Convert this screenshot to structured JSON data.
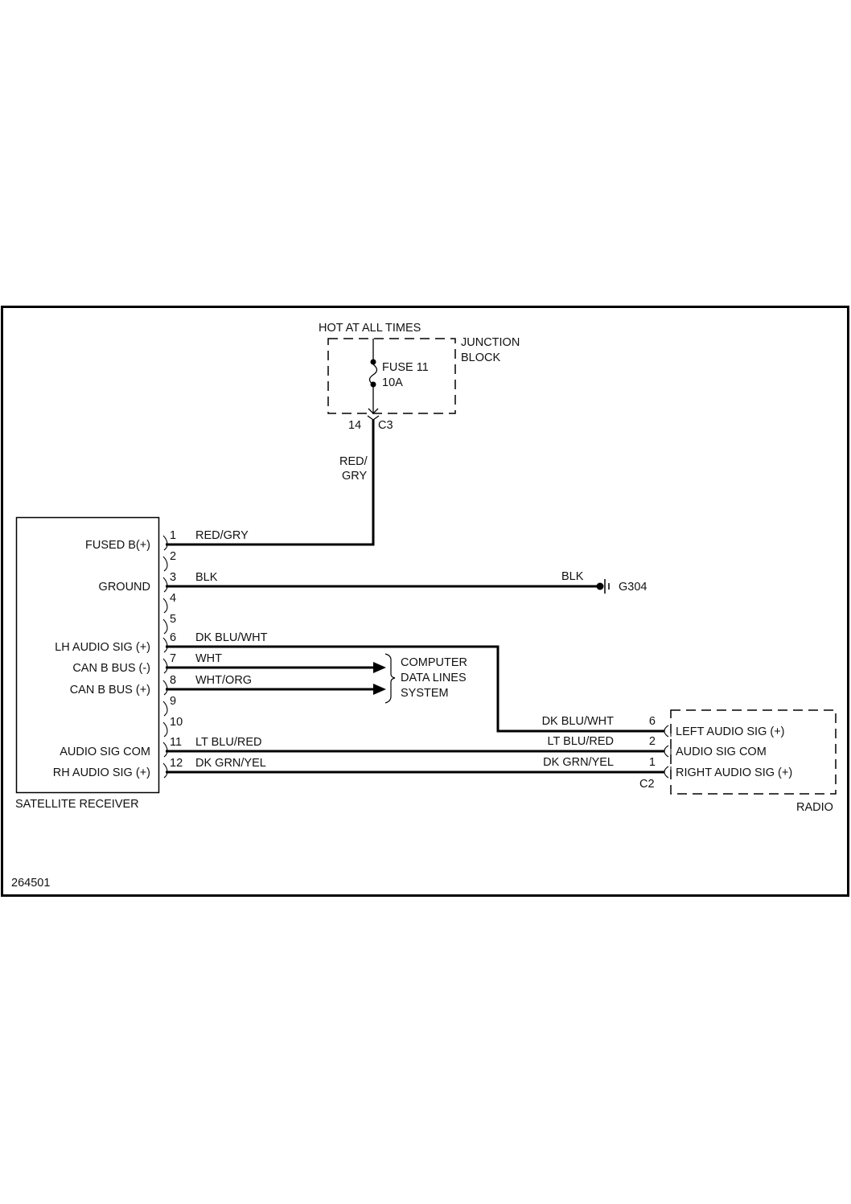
{
  "diagram": {
    "figure_id": "264501",
    "power_source": {
      "label": "HOT AT ALL TIMES",
      "junction_block_label_line1": "JUNCTION",
      "junction_block_label_line2": "BLOCK",
      "fuse_label_line1": "FUSE 11",
      "fuse_label_line2": "10A",
      "connector_pin": "14",
      "connector_id": "C3",
      "vertical_wire_line1": "RED/",
      "vertical_wire_line2": "GRY"
    },
    "satellite_receiver": {
      "label": "SATELLITE RECEIVER",
      "pins": [
        {
          "pin": "1",
          "function": "FUSED B(+)",
          "wire": "RED/GRY"
        },
        {
          "pin": "2",
          "function": "",
          "wire": ""
        },
        {
          "pin": "3",
          "function": "GROUND",
          "wire": "BLK"
        },
        {
          "pin": "4",
          "function": "",
          "wire": ""
        },
        {
          "pin": "5",
          "function": "",
          "wire": ""
        },
        {
          "pin": "6",
          "function": "LH AUDIO SIG (+)",
          "wire": "DK BLU/WHT"
        },
        {
          "pin": "7",
          "function": "CAN B BUS (-)",
          "wire": "WHT"
        },
        {
          "pin": "8",
          "function": "CAN B BUS (+)",
          "wire": "WHT/ORG"
        },
        {
          "pin": "9",
          "function": "",
          "wire": ""
        },
        {
          "pin": "10",
          "function": "",
          "wire": ""
        },
        {
          "pin": "11",
          "function": "AUDIO SIG COM",
          "wire": "LT BLU/RED"
        },
        {
          "pin": "12",
          "function": "RH AUDIO SIG (+)",
          "wire": "DK GRN/YEL"
        }
      ]
    },
    "ground": {
      "wire": "BLK",
      "id": "G304"
    },
    "data_lines": {
      "line1": "COMPUTER",
      "line2": "DATA LINES",
      "line3": "SYSTEM"
    },
    "radio": {
      "label": "RADIO",
      "connector_id": "C2",
      "pins": [
        {
          "pin": "6",
          "function": "LEFT AUDIO SIG (+)",
          "wire": "DK BLU/WHT"
        },
        {
          "pin": "2",
          "function": "AUDIO SIG COM",
          "wire": "LT BLU/RED"
        },
        {
          "pin": "1",
          "function": "RIGHT AUDIO SIG (+)",
          "wire": "DK GRN/YEL"
        }
      ]
    }
  }
}
